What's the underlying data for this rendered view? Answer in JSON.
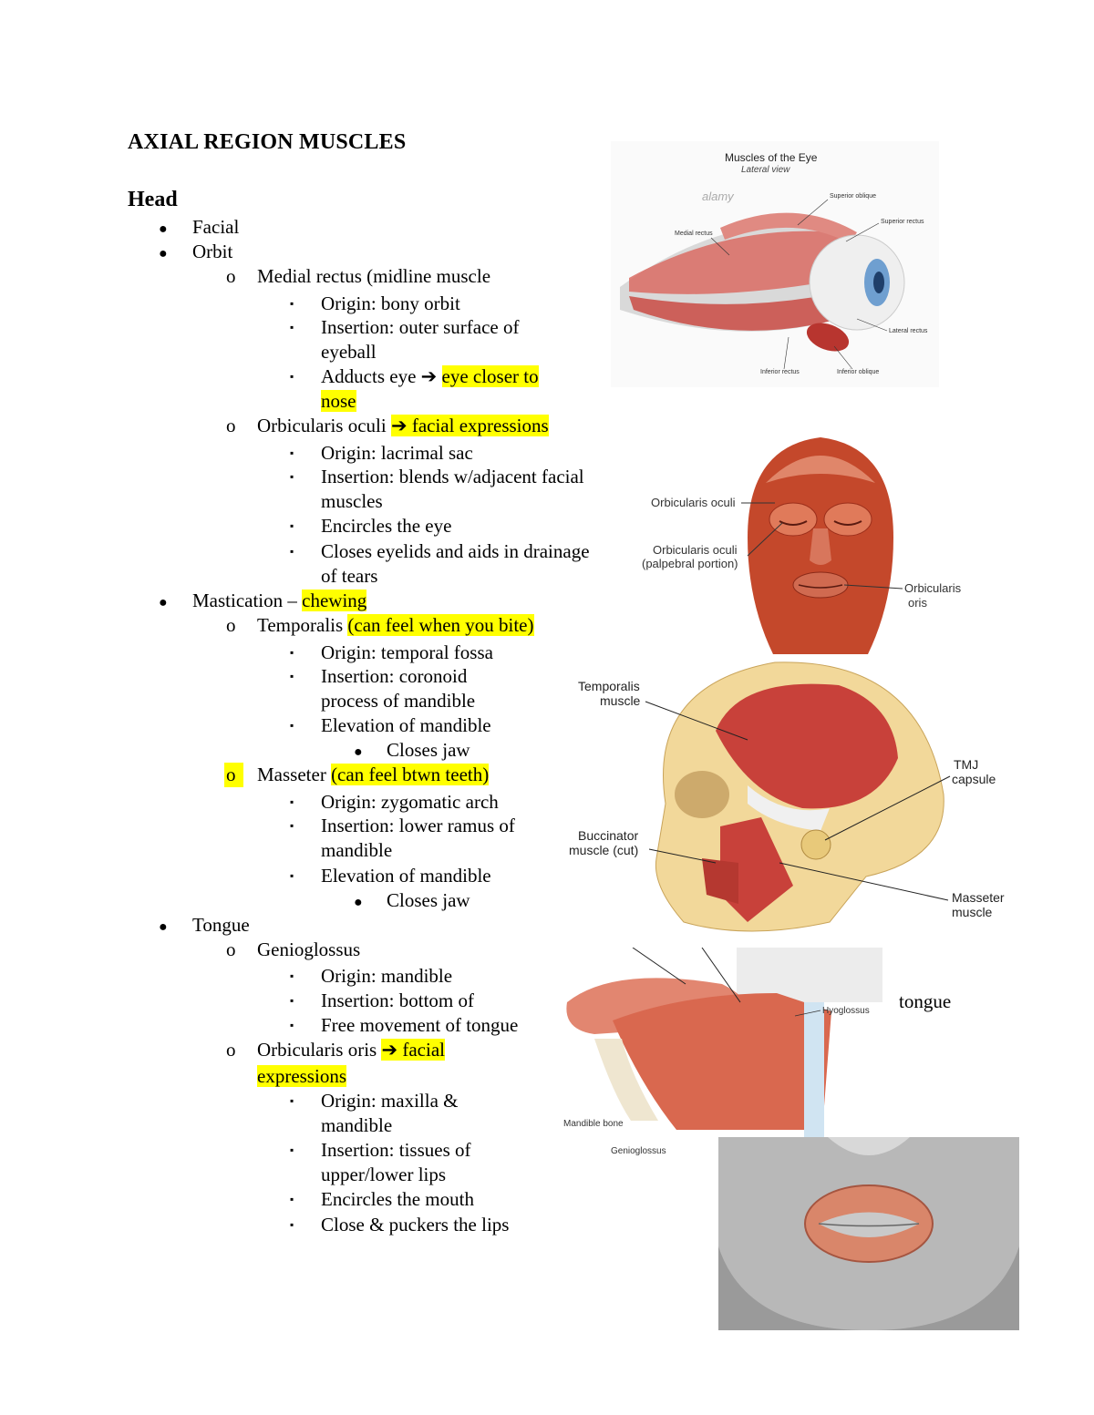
{
  "document": {
    "title": "AXIAL REGION MUSCLES",
    "section": "Head"
  },
  "bullets": {
    "level1": "●",
    "level2": "o",
    "level3": "▪",
    "arrow": "➔"
  },
  "outline": {
    "facial": "Facial",
    "orbit": "Orbit",
    "medial_rectus": {
      "label": "Medial rectus (midline muscle",
      "origin": "Origin: bony orbit",
      "insertion_1": "Insertion: outer surface of",
      "insertion_2": "eyeball",
      "adducts_prefix": "Adducts eye ",
      "adducts_hl_1": "eye closer to",
      "adducts_hl_2": "nose"
    },
    "orbicularis_oculi": {
      "label": "Orbicularis oculi ",
      "hl": "facial expressions",
      "origin": "Origin: lacrimal sac",
      "insertion_1": "Insertion: blends w/adjacent facial",
      "insertion_2": "muscles",
      "encircles": "Encircles the eye",
      "closes_1": "Closes eyelids and aids in drainage",
      "closes_2": "of tears"
    },
    "mastication": {
      "label": "Mastication – ",
      "hl": "chewing"
    },
    "temporalis": {
      "label": "Temporalis ",
      "hl": "(can feel when you bite)",
      "origin": "Origin: temporal fossa",
      "insertion_1": "Insertion: coronoid",
      "insertion_2": "process of mandible",
      "elevation": "Elevation of mandible",
      "closes": "Closes jaw"
    },
    "masseter": {
      "label": "Masseter ",
      "hl": "(can feel btwn teeth)",
      "origin": "Origin: zygomatic arch",
      "insertion_1": "Insertion: lower ramus of",
      "insertion_2": "mandible",
      "elevation": "Elevation of mandible",
      "closes": "Closes jaw"
    },
    "tongue": "Tongue",
    "genioglossus": {
      "label": "Genioglossus",
      "origin": "Origin: mandible",
      "insertion": "Insertion: bottom of",
      "free": "Free movement of tongue"
    },
    "orbicularis_oris": {
      "label": "Orbicularis oris ",
      "hl_1": "facial",
      "hl_2": "expressions",
      "origin_1": "Origin: maxilla &",
      "origin_2": "mandible",
      "insertion_1": "Insertion: tissues of",
      "insertion_2": "upper/lower lips",
      "encircles": "Encircles the mouth",
      "close": "Close & puckers the lips"
    },
    "tongue_note": "tongue"
  },
  "figures": {
    "eye": {
      "title": "Muscles of the Eye",
      "subtitle": "Lateral view",
      "labels": {
        "superior_oblique": "Superior oblique",
        "superior_rectus": "Superior rectus",
        "medial_rectus": "Medial rectus",
        "lateral_rectus": "Lateral rectus",
        "inferior_rectus": "Inferior rectus",
        "inferior_oblique": "Inferior oblique"
      },
      "watermark": "alamy"
    },
    "face": {
      "labels": {
        "orbicularis_oculi": "Orbicularis oculi",
        "palpebral_1": "Orbicularis oculi",
        "palpebral_2": "(palpebral portion)",
        "oris_1": "Orbicularis",
        "oris_2": "oris"
      }
    },
    "skull": {
      "labels": {
        "temporalis_1": "Temporalis",
        "temporalis_2": "muscle",
        "tmj_1": "TMJ",
        "tmj_2": "capsule",
        "buccinator_1": "Buccinator",
        "buccinator_2": "muscle (cut)",
        "masseter_1": "Masseter",
        "masseter_2": "muscle"
      }
    },
    "tongue": {
      "labels": {
        "hyoglossus": "Hyoglossus",
        "mandible": "Mandible bone",
        "genioglossus": "Genioglossus"
      }
    }
  },
  "colors": {
    "highlight": "#ffff00",
    "muscle": "#c8413a",
    "skull": "#f2d89a"
  }
}
